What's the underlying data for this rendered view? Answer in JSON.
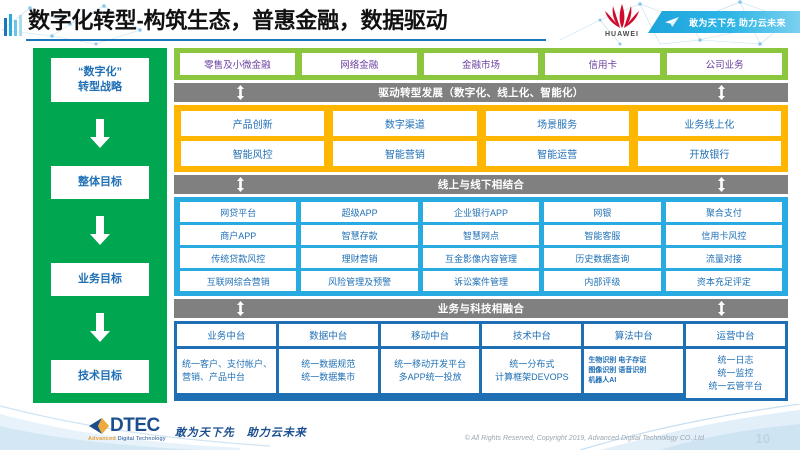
{
  "header": {
    "title": "数字化转型-构筑生态，普惠金融，数据驱动",
    "brand_word": "HUAWEI",
    "slogan": "敢为天下先 助力云未来"
  },
  "strategy": {
    "items": [
      {
        "label": "“数字化”\n转型战略"
      },
      {
        "label": "整体目标"
      },
      {
        "label": "业务目标"
      },
      {
        "label": "技术目标"
      }
    ],
    "item0_line1": "“数字化”",
    "item0_line2": "转型战略",
    "item1": "整体目标",
    "item2": "业务目标",
    "item3": "技术目标"
  },
  "business_lines": {
    "cells": [
      "零售及小微金融",
      "网络金融",
      "金融市场",
      "信用卡",
      "公司业务"
    ]
  },
  "connector_1": {
    "text": "驱动转型发展（数字化、线上化、智能化）"
  },
  "connector_2": {
    "text": "线上与线下相结合"
  },
  "connector_3": {
    "text": "业务与科技相融合"
  },
  "transformation": {
    "rows": [
      [
        "产品创新",
        "数字渠道",
        "场景服务",
        "业务线上化"
      ],
      [
        "智能风控",
        "智能营销",
        "智能运营",
        "开放银行"
      ]
    ]
  },
  "applications": {
    "rows": [
      [
        "网贷平台",
        "超级APP",
        "企业银行APP",
        "网银",
        "聚合支付"
      ],
      [
        "商户APP",
        "智慧存款",
        "智慧网点",
        "智能客服",
        "信用卡风控"
      ],
      [
        "传统贷款风控",
        "理财营销",
        "互金影像内容管理",
        "历史数据查询",
        "流量对接"
      ],
      [
        "互联网综合营销",
        "风险管理及预警",
        "诉讼案件管理",
        "内部评级",
        "资本充足评定"
      ]
    ]
  },
  "platforms": {
    "columns": [
      {
        "head": "业务中台",
        "body": [
          "统一客户、支付帐户、营销、产品中台"
        ],
        "style": "left-align"
      },
      {
        "head": "数据中台",
        "body": [
          "统一数据规范",
          "统一数据集市"
        ],
        "style": "center"
      },
      {
        "head": "移动中台",
        "body": [
          "统一移动开发平台",
          "多APP统一投放"
        ],
        "style": "center"
      },
      {
        "head": "技术中台",
        "body": [
          "统一分布式",
          "计算框架DEVOPS"
        ],
        "style": "center"
      },
      {
        "head": "算法中台",
        "body": [
          "生物识别 电子存证",
          "图像识别 语音识别",
          "机器人AI"
        ],
        "style": "tiny"
      },
      {
        "head": "运营中台",
        "body": [
          "统一日志",
          "统一监控",
          "统一云管平台"
        ],
        "style": "center"
      }
    ]
  },
  "footer": {
    "logo_word": "DTEC",
    "logo_sub_bold": "Advanced",
    "logo_sub_rest": " Digital Technology",
    "slogan": "敢为天下先　助力云未来",
    "copyright": "© All Rights Reserved, Copyright 2019, Advanced Digital Technology CO.,Ltd",
    "page_number": "10"
  },
  "colors": {
    "green": "#00A650",
    "lime": "#8CC63F",
    "gray": "#808080",
    "orange": "#FFB600",
    "light_blue": "#29ABE2",
    "dark_blue": "#1F6FB5",
    "title": "#111111",
    "purple": "#6B3FA0"
  }
}
